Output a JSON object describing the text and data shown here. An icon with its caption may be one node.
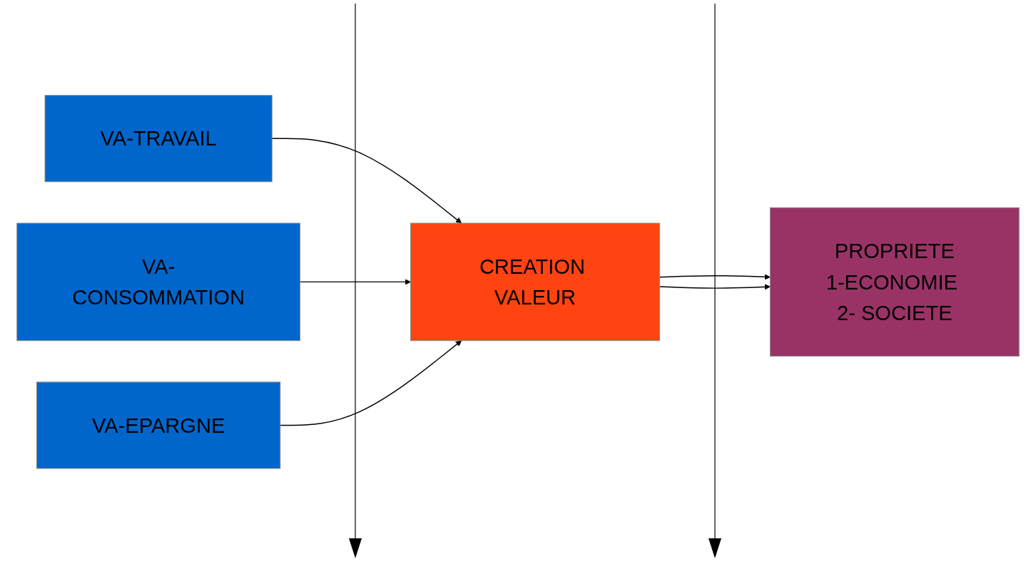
{
  "diagram": {
    "nodes": [
      {
        "text": [
          "VA-TRAVAIL"
        ]
      },
      {
        "text": [
          "VA-CONSOMMATION"
        ]
      },
      {
        "text": [
          "VA-EPARGNE"
        ]
      },
      {
        "text": [
          "CREATION VALEUR"
        ]
      },
      {
        "text": [
          "PROPRIETE",
          "1-ECONOMIE 2- SOCIETE"
        ]
      }
    ],
    "edges": [
      {
        "from": 0,
        "to": 3,
        "arrow": "to"
      },
      {
        "from": 1,
        "to": 3,
        "arrow": "to"
      },
      {
        "from": 2,
        "to": 3,
        "arrow": "to"
      },
      {
        "from": 3,
        "to": 4,
        "arrow": "to"
      },
      {
        "from": 3,
        "to": 4,
        "arrow": "to"
      }
    ]
  }
}
